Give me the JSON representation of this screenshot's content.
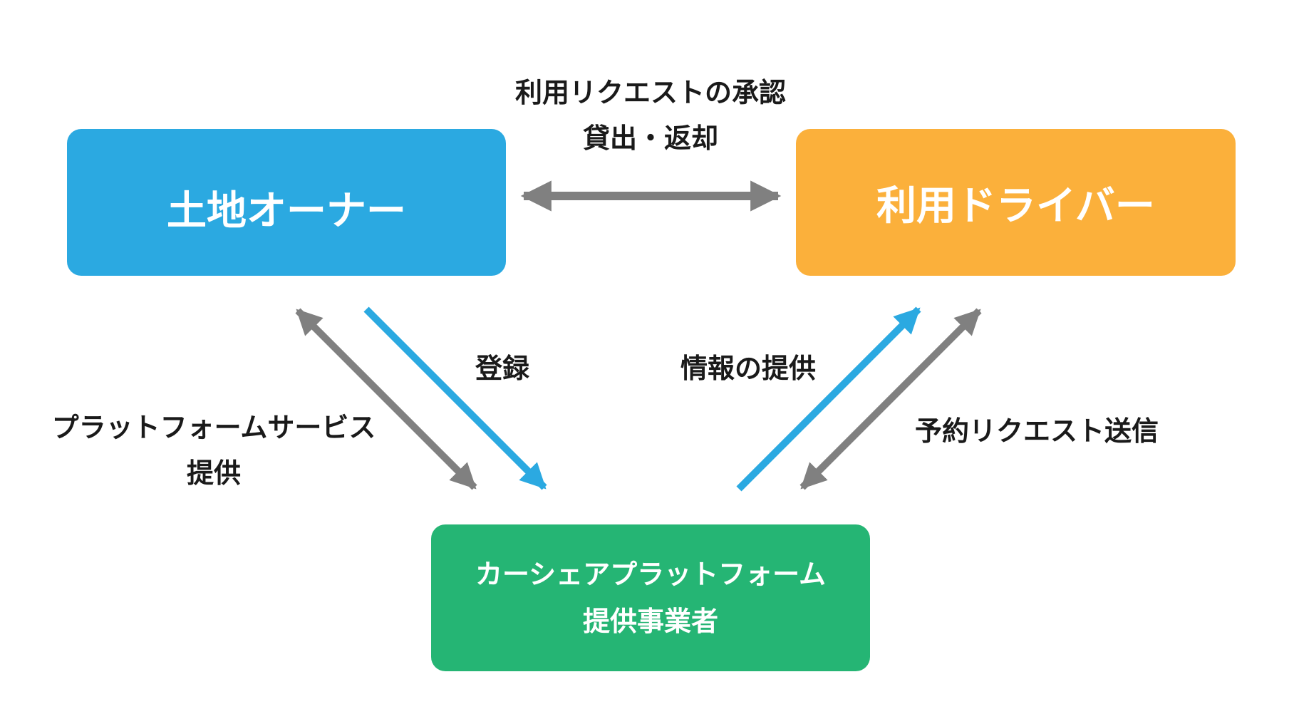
{
  "colors": {
    "owner": "#2ba9e1",
    "driver": "#fbb03b",
    "platform": "#25b574",
    "arrow_gray": "#808080",
    "arrow_blue": "#2ba9e1",
    "text": "#1a1a1a"
  },
  "nodes": {
    "owner": {
      "label": "土地オーナー"
    },
    "driver": {
      "label": "利用ドライバー"
    },
    "platform": {
      "line1": "カーシェアプラットフォーム",
      "line2": "提供事業者"
    }
  },
  "edges": {
    "owner_driver": {
      "line1": "利用リクエストの承認",
      "line2": "貸出・返却"
    },
    "platform_owner_service": {
      "line1": "プラットフォームサービス",
      "line2": "提供"
    },
    "owner_register": {
      "label": "登録"
    },
    "platform_info": {
      "label": "情報の提供"
    },
    "driver_request": {
      "label": "予約リクエスト送信"
    }
  }
}
